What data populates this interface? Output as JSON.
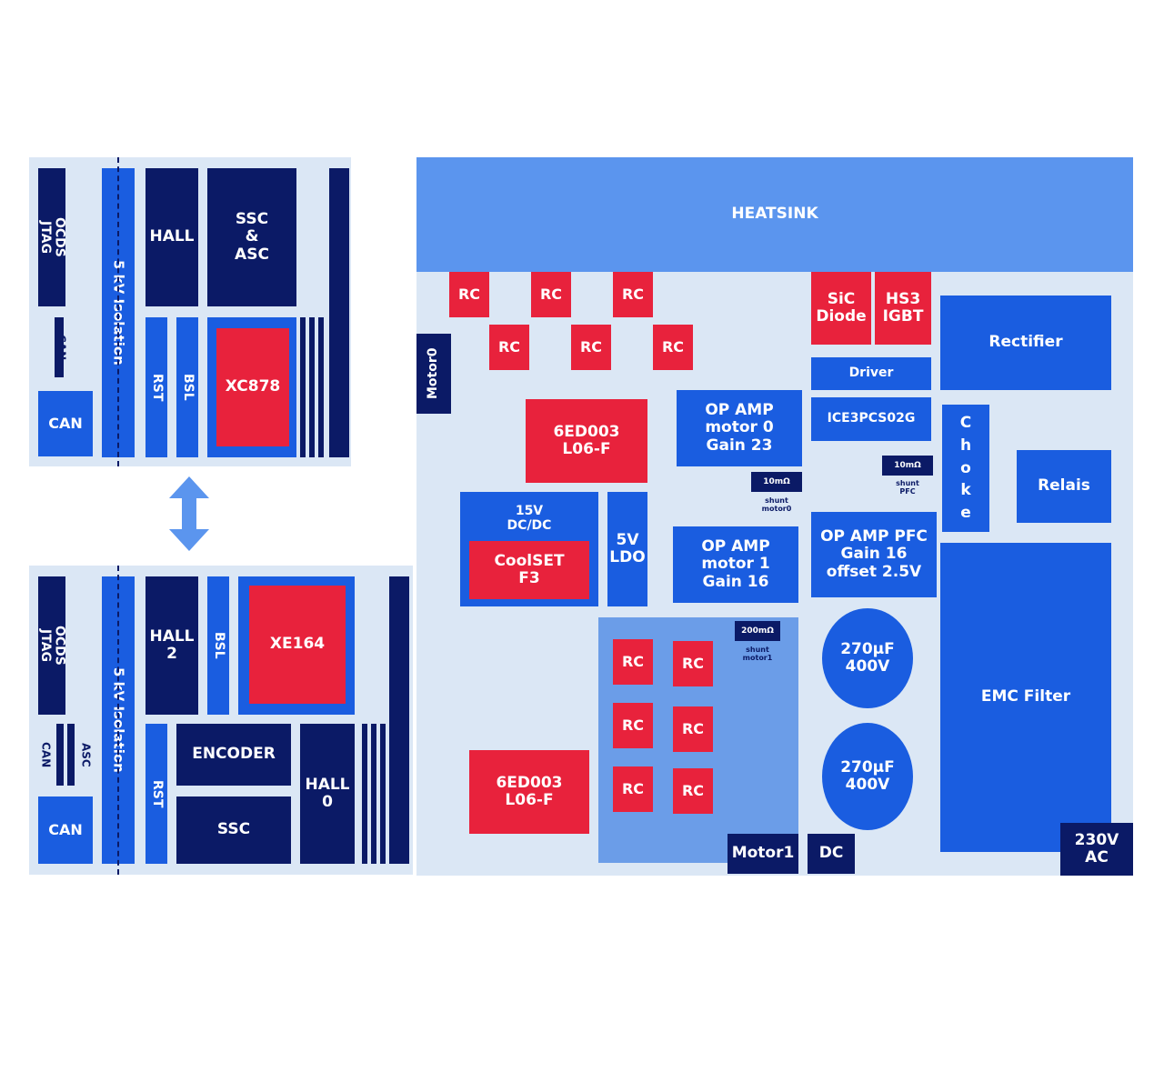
{
  "top_module": {
    "ocds_jtag": "OCDS\nJTAG",
    "can_side": "CAN",
    "can": "CAN",
    "isolation": "5 kV Isolation",
    "hall": "HALL",
    "ssc_asc": "SSC\n&\nASC",
    "rst": "RST",
    "bsl": "BSL",
    "mcu": "XC878"
  },
  "bottom_module": {
    "ocds_jtag": "OCDS\nJTAG",
    "can_side": "CAN",
    "asc": "ASC",
    "can": "CAN",
    "isolation": "5 kV Isolation",
    "hall2": "HALL\n2",
    "bsl": "BSL",
    "mcu": "XE164",
    "rst": "RST",
    "encoder": "ENCODER",
    "ssc": "SSC",
    "hall0": "HALL\n0"
  },
  "power_board": {
    "heatsink": "HEATSINK",
    "rc": "RC",
    "motor0": "Motor0",
    "sic_diode": "SiC\nDiode",
    "hs3_igbt": "HS3\nIGBT",
    "driver": "Driver",
    "ice": "ICE3PCS02G",
    "rectifier": "Rectifier",
    "choke": "Choke",
    "relais": "Relais",
    "driver_6ed_a": "6ED003\nL06-F",
    "opamp0": "OP AMP\nmotor 0\nGain 23",
    "shunt0_value": "10mΩ",
    "shunt0_label": "shunt\nmotor0",
    "shunt_pfc_value": "10mΩ",
    "shunt_pfc_label": "shunt\nPFC",
    "dcdc": "15V\nDC/DC",
    "coolset": "CoolSET\nF3",
    "ldo": "5V\nLDO",
    "opamp1": "OP AMP\nmotor 1\nGain 16",
    "opamp_pfc": "OP AMP PFC\nGain 16\noffset 2.5V",
    "shunt1_value": "200mΩ",
    "shunt1_label": "shunt\nmotor1",
    "cap": "270µF\n400V",
    "emc": "EMC Filter",
    "driver_6ed_b": "6ED003\nL06-F",
    "motor1": "Motor1",
    "dc": "DC",
    "ac": "230V\nAC"
  },
  "colors": {
    "navy": "#0b1a66",
    "blue": "#1a5de0",
    "red": "#e8223c",
    "light_blue": "#5b95ee",
    "background": "#dbe7f5"
  }
}
